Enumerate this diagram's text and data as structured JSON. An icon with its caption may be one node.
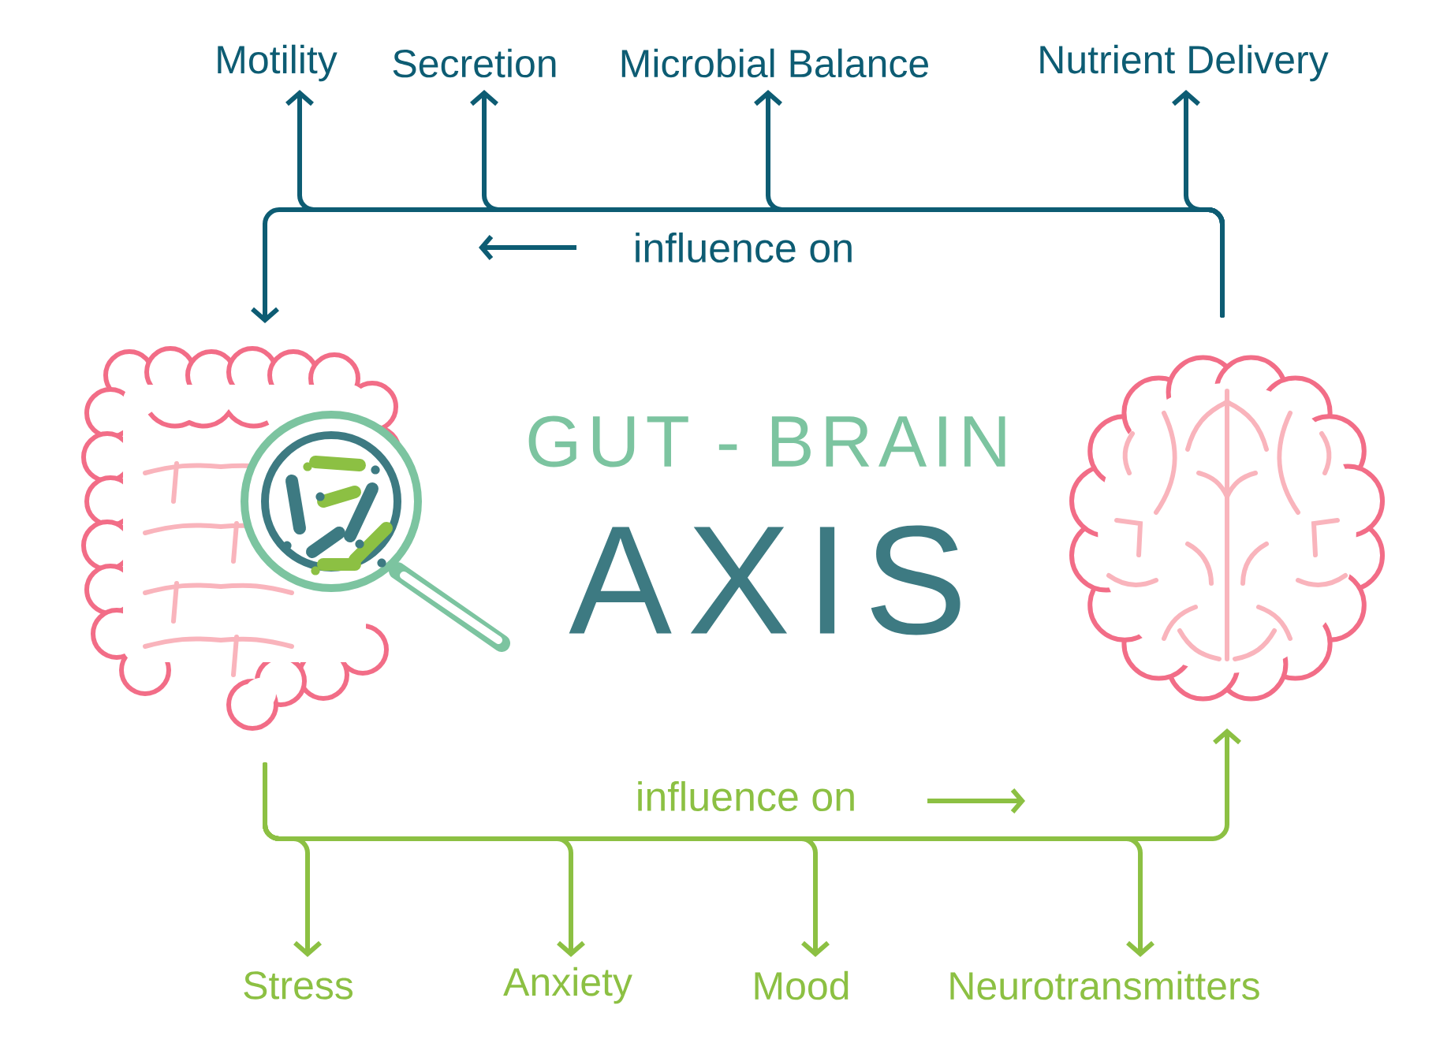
{
  "diagram": {
    "nodes": [
      {
        "text": [],
        "shape": "picture"
      },
      {
        "text": [],
        "shape": "picture"
      },
      {
        "text": [
          "Motility"
        ]
      },
      {
        "text": [
          "Secretion"
        ]
      },
      {
        "text": [
          "Microbial Balance"
        ]
      },
      {
        "text": [
          "Nutrient Delivery"
        ]
      },
      {
        "text": [
          "Stress"
        ]
      },
      {
        "text": [
          "Anxiety"
        ]
      },
      {
        "text": [
          "Mood"
        ]
      },
      {
        "text": [
          "Neurotransmitters"
        ]
      }
    ],
    "edges": [
      {
        "from": 1,
        "to": 0,
        "arrow": "to",
        "label": "influence on",
        "color": "#0d5c73"
      },
      {
        "from": 1,
        "to": 2,
        "arrow": "to",
        "color": "#0d5c73"
      },
      {
        "from": 1,
        "to": 3,
        "arrow": "to",
        "color": "#0d5c73"
      },
      {
        "from": 1,
        "to": 4,
        "arrow": "to",
        "color": "#0d5c73"
      },
      {
        "from": 1,
        "to": 5,
        "arrow": "to",
        "color": "#0d5c73"
      },
      {
        "from": 0,
        "to": 1,
        "arrow": "to",
        "label": "influence on",
        "color": "#8cc043"
      },
      {
        "from": 0,
        "to": 6,
        "arrow": "to",
        "color": "#8cc043"
      },
      {
        "from": 0,
        "to": 7,
        "arrow": "to",
        "color": "#8cc043"
      },
      {
        "from": 0,
        "to": 8,
        "arrow": "to",
        "color": "#8cc043"
      },
      {
        "from": 0,
        "to": 9,
        "arrow": "to",
        "color": "#8cc043"
      }
    ],
    "labels": [
      "GUT - BRAIN",
      "AXIS"
    ]
  }
}
